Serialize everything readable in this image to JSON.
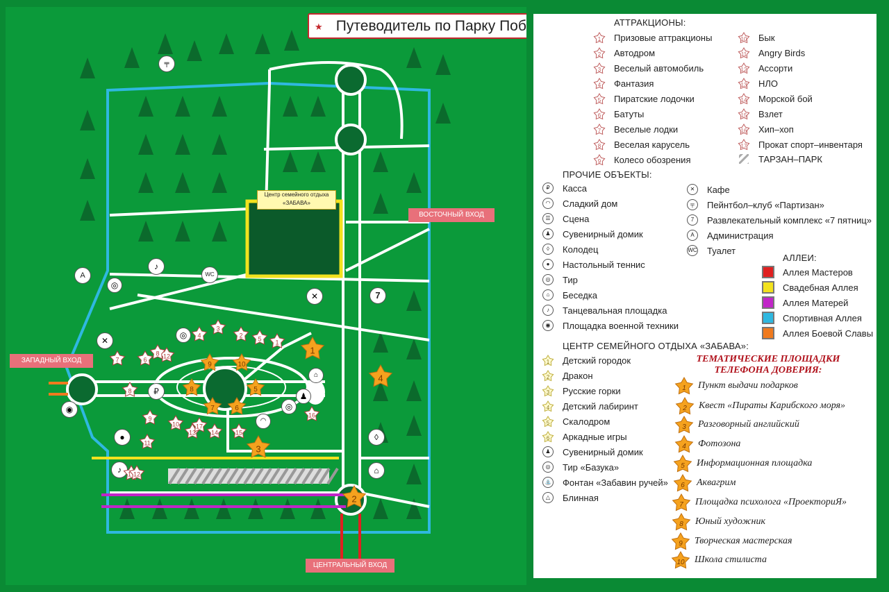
{
  "title": "Путеводитель по Парку Победы",
  "title_star": "★",
  "colors": {
    "background": "#0a8a34",
    "map": "#0b9a3a",
    "accent": "#c4282e",
    "path": "#ffffff",
    "sport_alley": "#2fb8e0",
    "wedding_alley": "#f2e21e",
    "mothers_alley": "#c126c8",
    "star_orange": "#f5a21e"
  },
  "map": {
    "entrances": {
      "east": "ВОСТОЧНЫЙ ВХОД",
      "west": "ЗАПАДНЫЙ ВХОД",
      "central": "ЦЕНТРАЛЬНЫЙ ВХОД"
    },
    "family_center_label": "Центр семейного отдыха «ЗАБАВА»",
    "pins": {
      "admin": "A",
      "toilet": "WC",
      "entertainment": "7",
      "cashier": "₽"
    },
    "attraction_stars": [
      "1",
      "2",
      "3",
      "4",
      "5",
      "6",
      "7",
      "8",
      "9",
      "10",
      "11",
      "12",
      "13",
      "14",
      "15",
      "16",
      "17",
      "8",
      "17",
      "12"
    ],
    "thematic_stars": [
      "1",
      "2",
      "3",
      "4",
      "5",
      "6",
      "7",
      "8",
      "9",
      "10"
    ]
  },
  "legend": {
    "attractions_title": "АТТРАКЦИОНЫ:",
    "attractions_left": [
      {
        "n": "1",
        "label": "Призовые аттракционы"
      },
      {
        "n": "2",
        "label": "Автодром"
      },
      {
        "n": "3",
        "label": "Веселый автомобиль"
      },
      {
        "n": "4",
        "label": "Фантазия"
      },
      {
        "n": "5",
        "label": "Пиратские лодочки"
      },
      {
        "n": "6",
        "label": "Батуты"
      },
      {
        "n": "7",
        "label": "Веселые лодки"
      },
      {
        "n": "8",
        "label": "Веселая карусель"
      },
      {
        "n": "9",
        "label": "Колесо обозрения"
      }
    ],
    "attractions_right": [
      {
        "n": "10",
        "label": "Бык"
      },
      {
        "n": "11",
        "label": "Angry Birds"
      },
      {
        "n": "12",
        "label": "Ассорти"
      },
      {
        "n": "13",
        "label": "НЛО"
      },
      {
        "n": "14",
        "label": "Морской бой"
      },
      {
        "n": "15",
        "label": "Взлет"
      },
      {
        "n": "16",
        "label": "Хип–хоп"
      },
      {
        "n": "17",
        "label": "Прокат спорт–инвентаря"
      }
    ],
    "tarzan": "ТАРЗАН–ПАРК",
    "other_title": "ПРОЧИЕ ОБЪЕКТЫ:",
    "other_left": [
      {
        "icon": "₽",
        "label": "Касса"
      },
      {
        "icon": "◠",
        "label": "Сладкий дом"
      },
      {
        "icon": "☰",
        "label": "Сцена"
      },
      {
        "icon": "♟",
        "label": "Сувенирный домик"
      },
      {
        "icon": "◊",
        "label": "Колодец"
      },
      {
        "icon": "●",
        "label": "Настольный теннис"
      },
      {
        "icon": "◎",
        "label": "Тир"
      },
      {
        "icon": "⌂",
        "label": "Беседка"
      },
      {
        "icon": "♪",
        "label": "Танцевальная площадка"
      },
      {
        "icon": "◉",
        "label": "Площадка военной техники"
      }
    ],
    "other_right": [
      {
        "icon": "✕",
        "label": "Кафе"
      },
      {
        "icon": "╤",
        "label": "Пейнтбол–клуб «Партизан»"
      },
      {
        "icon": "7",
        "label": "Развлекательный комплекс «7 пятниц»"
      },
      {
        "icon": "A",
        "label": "Администрация"
      },
      {
        "icon": "WC",
        "label": "Туалет"
      }
    ],
    "alleys_title": "АЛЛЕИ:",
    "alleys": [
      {
        "color": "#e02020",
        "label": "Аллея Мастеров"
      },
      {
        "color": "#f2e21e",
        "label": "Свадебная Аллея"
      },
      {
        "color": "#c126c8",
        "label": "Аллея Матерей"
      },
      {
        "color": "#2fb8e0",
        "label": "Спортивная Аллея"
      },
      {
        "color": "#f07a1e",
        "label": "Аллея Боевой Славы"
      }
    ],
    "zabava_title": "ЦЕНТР СЕМЕЙНОГО ОТДЫХА «ЗАБАВА»:",
    "zabava": [
      {
        "icon": "1",
        "label": "Детский городок"
      },
      {
        "icon": "2",
        "label": "Дракон"
      },
      {
        "icon": "3",
        "label": "Русские горки"
      },
      {
        "icon": "4",
        "label": "Детский лабиринт"
      },
      {
        "icon": "5",
        "label": "Скалодром"
      },
      {
        "icon": "6",
        "label": "Аркадные игры"
      },
      {
        "icon": "♟",
        "label": "Сувенирный домик"
      },
      {
        "icon": "◎",
        "label": "Тир «Базука»"
      },
      {
        "icon": "⛲",
        "label": "Фонтан «Забавин ручей»"
      },
      {
        "icon": "△",
        "label": "Блинная"
      }
    ],
    "thematic_title": "ТЕМАТИЧЕСКИЕ ПЛОЩАДКИ ТЕЛЕФОНА ДОВЕРИЯ:",
    "thematic": [
      {
        "n": "1",
        "label": "Пункт выдачи подарков"
      },
      {
        "n": "2",
        "label": "Квест «Пираты Карибского моря»"
      },
      {
        "n": "3",
        "label": "Разговорный английский"
      },
      {
        "n": "4",
        "label": "Фотозона"
      },
      {
        "n": "5",
        "label": "Информационная площадка"
      },
      {
        "n": "6",
        "label": "Аквагрим"
      },
      {
        "n": "7",
        "label": "Площадка психолога «ПроекториЯ»"
      },
      {
        "n": "8",
        "label": "Юный художник"
      },
      {
        "n": "9",
        "label": "Творческая мастерская"
      },
      {
        "n": "10",
        "label": "Школа стилиста"
      }
    ]
  }
}
